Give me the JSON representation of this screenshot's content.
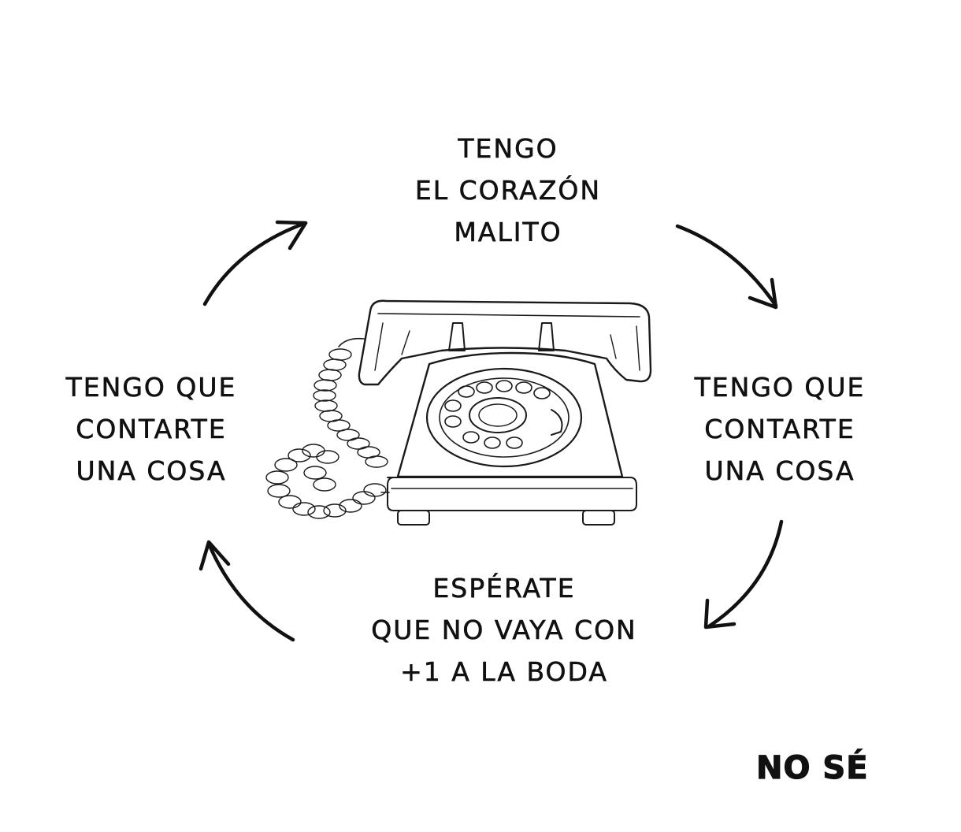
{
  "cycle": {
    "top": [
      "TENGO",
      "EL CORAZÓN",
      "MALITO"
    ],
    "right": [
      "TENGO QUE",
      "CONTARTE",
      "UNA COSA"
    ],
    "bottom": [
      "ESPÉRATE",
      "QUE NO VAYA CON",
      "+1 A LA BODA"
    ],
    "left": [
      "TENGO QUE",
      "CONTARTE",
      "UNA COSA"
    ]
  },
  "signature": "NO SÉ",
  "icons": {
    "center": "rotary-telephone-icon",
    "arrows": [
      "arrow-top-right-icon",
      "arrow-bottom-right-icon",
      "arrow-bottom-left-icon",
      "arrow-top-left-icon"
    ]
  }
}
